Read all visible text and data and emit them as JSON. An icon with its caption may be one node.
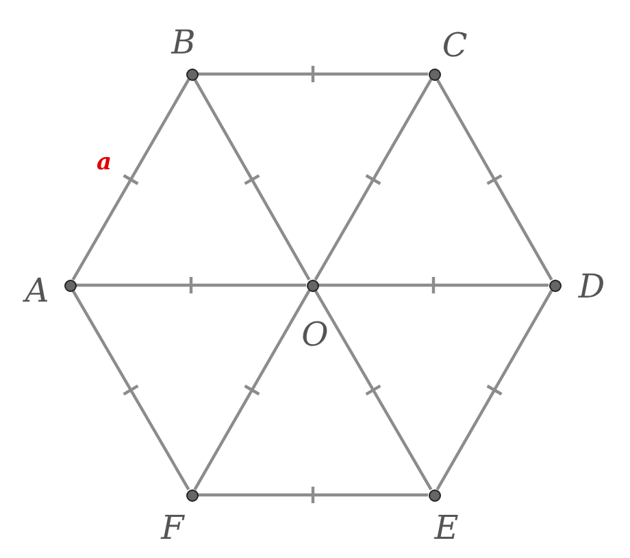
{
  "diagram": {
    "nodes": [
      {
        "text": [
          "B"
        ]
      },
      {
        "text": [
          "C"
        ]
      },
      {
        "text": [
          "A"
        ]
      },
      {
        "text": [
          "D"
        ]
      },
      {
        "text": [
          "O"
        ]
      },
      {
        "text": [
          "F"
        ]
      },
      {
        "text": [
          "E"
        ]
      }
    ],
    "edges": [
      {
        "from": 2,
        "to": 0,
        "arrow": "none"
      },
      {
        "from": 0,
        "to": 1,
        "arrow": "none"
      },
      {
        "from": 1,
        "to": 3,
        "arrow": "none"
      },
      {
        "from": 3,
        "to": 6,
        "arrow": "none"
      },
      {
        "from": 6,
        "to": 5,
        "arrow": "none"
      },
      {
        "from": 5,
        "to": 2,
        "arrow": "none"
      },
      {
        "from": 2,
        "to": 4,
        "arrow": "none"
      },
      {
        "from": 0,
        "to": 4,
        "arrow": "none"
      },
      {
        "from": 1,
        "to": 4,
        "arrow": "none"
      },
      {
        "from": 3,
        "to": 4,
        "arrow": "none"
      },
      {
        "from": 6,
        "to": 4,
        "arrow": "none"
      },
      {
        "from": 5,
        "to": 4,
        "arrow": "none"
      }
    ],
    "labels": [
      "a"
    ]
  }
}
